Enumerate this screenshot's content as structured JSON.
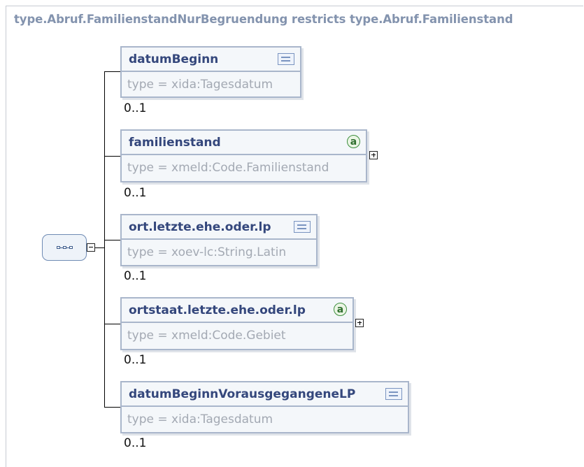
{
  "title": "type.Abruf.FamilienstandNurBegruendung restricts type.Abruf.Familienstand",
  "sequence": {
    "icon": "sequence-compositor-icon",
    "toggle": "collapse"
  },
  "elements": [
    {
      "name": "datumBeginn",
      "type": "type = xida:Tagesdatum",
      "cardinality": "0..1",
      "icon": "documentation-icon",
      "expand": false
    },
    {
      "name": "familienstand",
      "type": "type = xmeld:Code.Familienstand",
      "cardinality": "0..1",
      "icon": "attributes-icon",
      "icon_glyph": "a",
      "expand": true
    },
    {
      "name": "ort.letzte.ehe.oder.lp",
      "type": "type = xoev-lc:String.Latin",
      "cardinality": "0..1",
      "icon": "documentation-icon",
      "expand": false
    },
    {
      "name": "ortstaat.letzte.ehe.oder.lp",
      "type": "type = xmeld:Code.Gebiet",
      "cardinality": "0..1",
      "icon": "attributes-icon",
      "icon_glyph": "a",
      "expand": true
    },
    {
      "name": "datumBeginnVorausgegangeneLP",
      "type": "type = xida:Tagesdatum",
      "cardinality": "0..1",
      "icon": "documentation-icon",
      "expand": false
    }
  ],
  "colors": {
    "title": "#8393ae",
    "element_border": "#a9b6cb",
    "element_name": "#34477c",
    "type_text": "#a3a9b3",
    "attr_icon": "#3f8f3f"
  }
}
